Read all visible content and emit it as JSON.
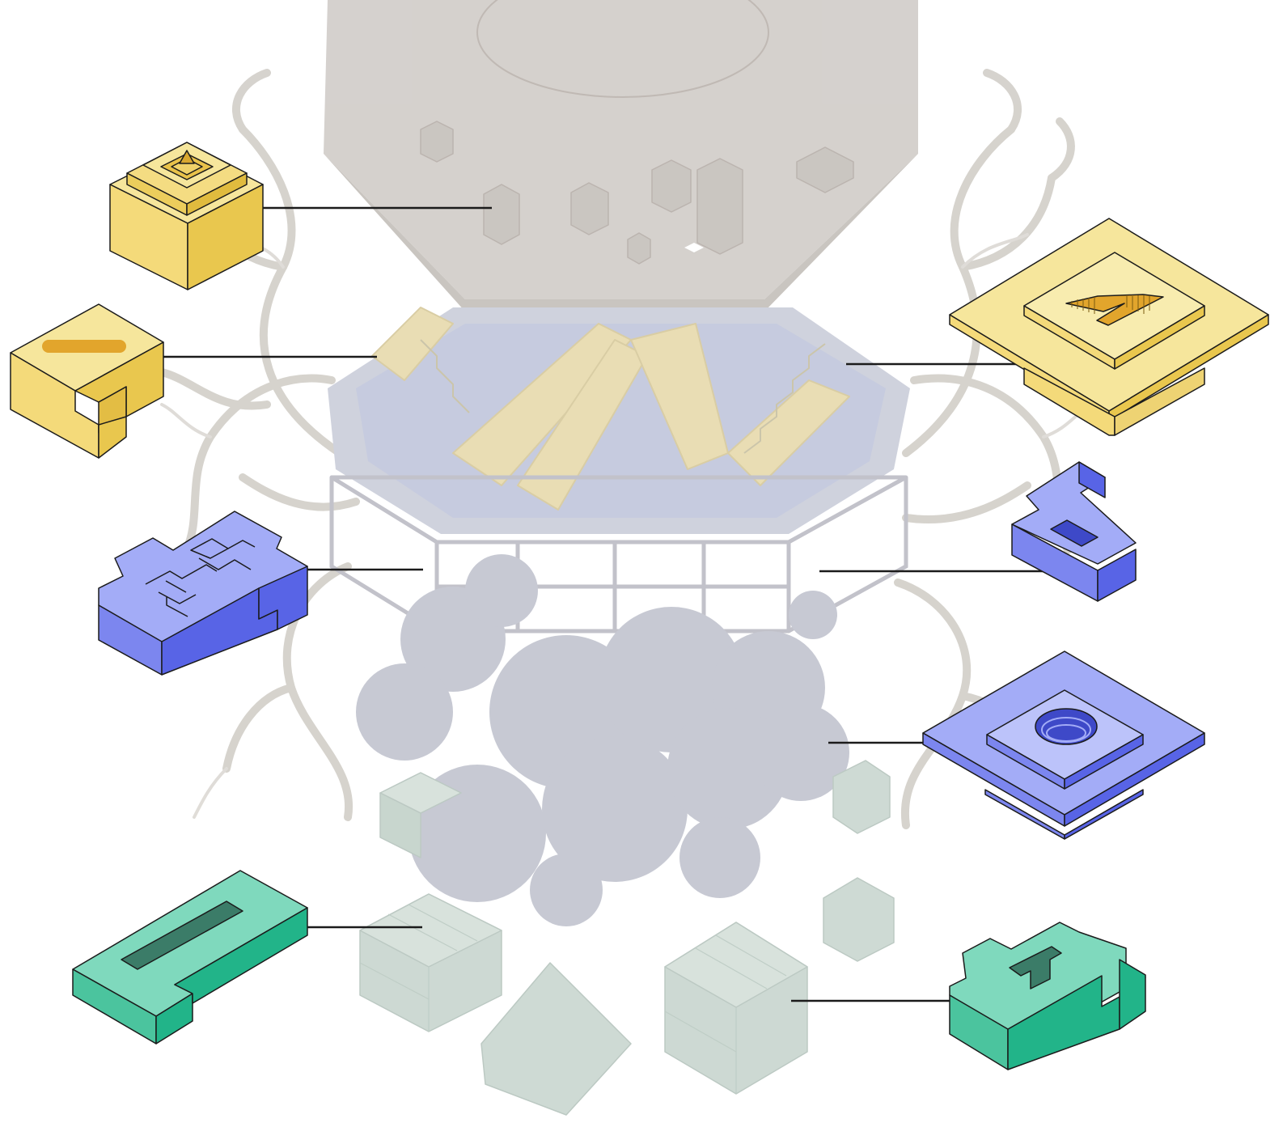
{
  "figure": {
    "background": "#ffffff",
    "palette": {
      "yellow": {
        "top": "#f6e69c",
        "left": "#f4da7a",
        "right": "#e9c74e",
        "accent": "#e2a52c"
      },
      "blue": {
        "top": "#a3acf7",
        "left": "#7c86ef",
        "right": "#5864e6",
        "accent": "#3e49c8"
      },
      "green": {
        "top": "#7fd9bd",
        "left": "#4bc49e",
        "right": "#22b489",
        "accent": "#3b7c68"
      },
      "ghost_structure": "#cdc8c3",
      "ghost_tank": "#c3c6d0",
      "ghost_roots": "#d4d1cb",
      "ghost_blocks": "#c9d6d0",
      "leader": "#1b1b1b"
    },
    "modules": [
      {
        "id": "yellow-stepped-cube",
        "color": "yellow",
        "side": "left",
        "points_to": "roof-level"
      },
      {
        "id": "yellow-slotted-l-block",
        "color": "yellow",
        "side": "left",
        "points_to": "upper-platform"
      },
      {
        "id": "yellow-square-slab",
        "color": "yellow",
        "side": "right",
        "points_to": "stair-tower"
      },
      {
        "id": "blue-circuit-block",
        "color": "blue",
        "side": "left",
        "points_to": "frame-level"
      },
      {
        "id": "blue-hook-block",
        "color": "blue",
        "side": "right",
        "points_to": "frame-level"
      },
      {
        "id": "blue-round-hole-slab",
        "color": "blue",
        "side": "right",
        "points_to": "tank-level"
      },
      {
        "id": "green-slotted-bar",
        "color": "green",
        "side": "left",
        "points_to": "cube-cluster"
      },
      {
        "id": "green-notched-block",
        "color": "green",
        "side": "right",
        "points_to": "cube-cluster"
      }
    ]
  }
}
